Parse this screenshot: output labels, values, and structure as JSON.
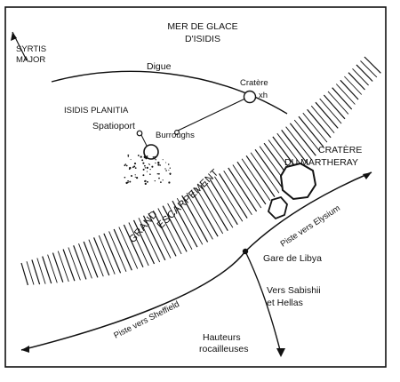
{
  "map": {
    "labels": {
      "sea_line1": "MER DE GLACE",
      "sea_line2": "D'ISIDIS",
      "syrtis_line1": "SYRTIS",
      "syrtis_line2": "MAJOR",
      "dike": "Digue",
      "crater_xh_line1": "Cratère",
      "crater_xh_line2": "xh",
      "isidis_planitia": "ISIDIS PLANITIA",
      "spaceport": "Spatioport",
      "burroughs": "Burroughs",
      "martheray_line1": "CRATÈRE",
      "martheray_line2": "DU MARTHERAY",
      "escarpment_word1": "GRAND",
      "escarpment_word2": "ESCARPEMENT",
      "road_elysium": "Piste vers Elysium",
      "libya_station": "Gare de Libya",
      "sabishii_line1": "Vers Sabishii",
      "sabishii_line2": "et Hellas",
      "road_sheffield": "Piste vers Sheffield",
      "heights_line1": "Hauteurs",
      "heights_line2": "rocailleuses"
    },
    "colors": {
      "ink": "#111111",
      "paper": "#ffffff"
    }
  }
}
